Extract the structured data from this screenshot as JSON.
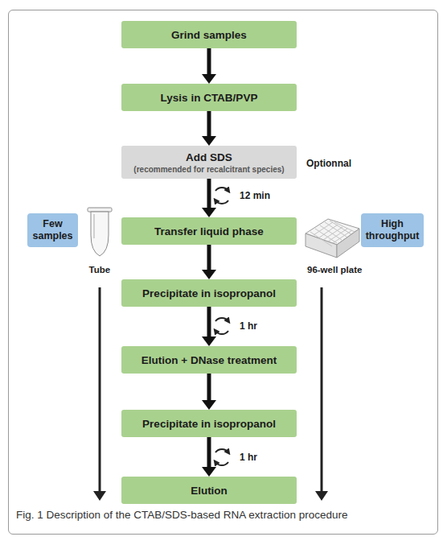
{
  "diagram": {
    "caption": "Fig. 1 Description of the CTAB/SDS-based RNA extraction procedure",
    "nodes": [
      {
        "text": [
          "Grind samples"
        ]
      },
      {
        "text": [
          "Lysis in CTAB/PVP"
        ]
      },
      {
        "text": [
          "Add SDS",
          "(recommended for recalcitrant species)"
        ]
      },
      {
        "text": [
          "Few samples"
        ]
      },
      {
        "text": [
          "Transfer liquid phase"
        ]
      },
      {
        "text": [
          "High throughput"
        ]
      },
      {
        "text": [
          "Precipitate in isopropanol"
        ]
      },
      {
        "text": [
          "Elution + DNase treatment"
        ]
      },
      {
        "text": [
          "Precipitate in isopropanol"
        ]
      },
      {
        "text": [
          "Elution"
        ]
      }
    ],
    "edges": [
      {
        "from": 0,
        "to": 1,
        "arrow": "to"
      },
      {
        "from": 1,
        "to": 2,
        "arrow": "to"
      },
      {
        "from": 2,
        "to": 4,
        "arrow": "to"
      },
      {
        "from": 4,
        "to": 6,
        "arrow": "to"
      },
      {
        "from": 6,
        "to": 7,
        "arrow": "to"
      },
      {
        "from": 7,
        "to": 8,
        "arrow": "to"
      },
      {
        "from": 8,
        "to": 9,
        "arrow": "to"
      }
    ],
    "labels": [
      "Optionnal",
      "12 min",
      "Tube",
      "96-well plate",
      "1 hr",
      "1 hr"
    ]
  }
}
